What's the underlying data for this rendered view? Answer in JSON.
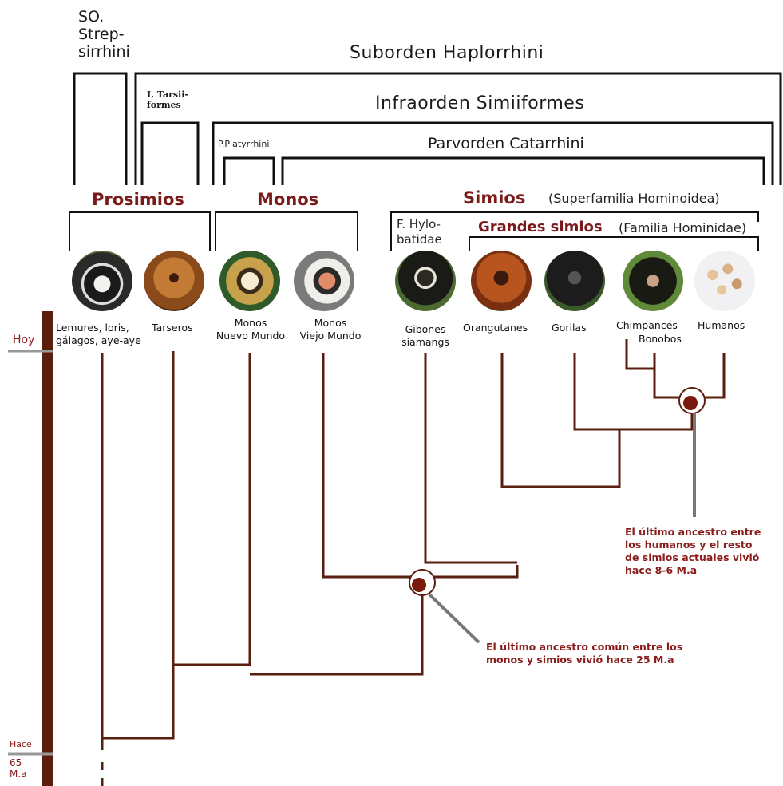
{
  "headers": {
    "strep": "SO.\nStrep-\nsirrhini",
    "haplorrhini": "Suborden Haplorrhini",
    "tarsii": "I. Tarsii-\nformes",
    "simiiformes": "Infraorden Simiiformes",
    "platyrrhini": "P.Platyrrhini",
    "catarrhini": "Parvorden Catarrhini"
  },
  "groups": {
    "prosimios": "Prosimios",
    "monos": "Monos",
    "simios": "Simios",
    "simios_sub": "(Superfamilia Hominoidea)",
    "hylobatidae": "F. Hylo-\nbatidae",
    "grandes": "Grandes simios",
    "grandes_sub": "(Familia Hominidae)"
  },
  "species": [
    {
      "label": "Lemures, loris,\ngálagos, aye-aye",
      "icon": "lemur-photo"
    },
    {
      "label": "Tarseros",
      "icon": "tarsier-photo"
    },
    {
      "label": "Monos\nNuevo Mundo",
      "icon": "squirrel-monkey-photo"
    },
    {
      "label": "Monos\nViejo Mundo",
      "icon": "old-world-monkey-photo"
    },
    {
      "label": "Gibones\nsiamangs",
      "icon": "gibbon-photo"
    },
    {
      "label": "Orangutanes",
      "icon": "orangutan-photo"
    },
    {
      "label": "Gorilas",
      "icon": "gorilla-photo"
    },
    {
      "label": "Chimpancés",
      "icon": "chimpanzee-photo"
    },
    {
      "label": "Humanos",
      "icon": "humans-photo"
    },
    {
      "label": "Bonobos",
      "icon": "bonobo"
    }
  ],
  "timeline": {
    "today": "Hoy",
    "ago": "Hace",
    "mya": "65\nM.a"
  },
  "notes": {
    "human_ancestor": "El último ancestro entre\nlos humanos y el resto\nde simios actuales vivió\nhace 8-6 M.a",
    "monkey_ape_ancestor": "El último ancestro común entre los\nmonos y simios vivió hace 25 M.a"
  },
  "colors": {
    "tree": "#5a1e0e",
    "accent": "#7a1a1a",
    "bracket": "#111111",
    "timebar": "#5a1e0e"
  }
}
